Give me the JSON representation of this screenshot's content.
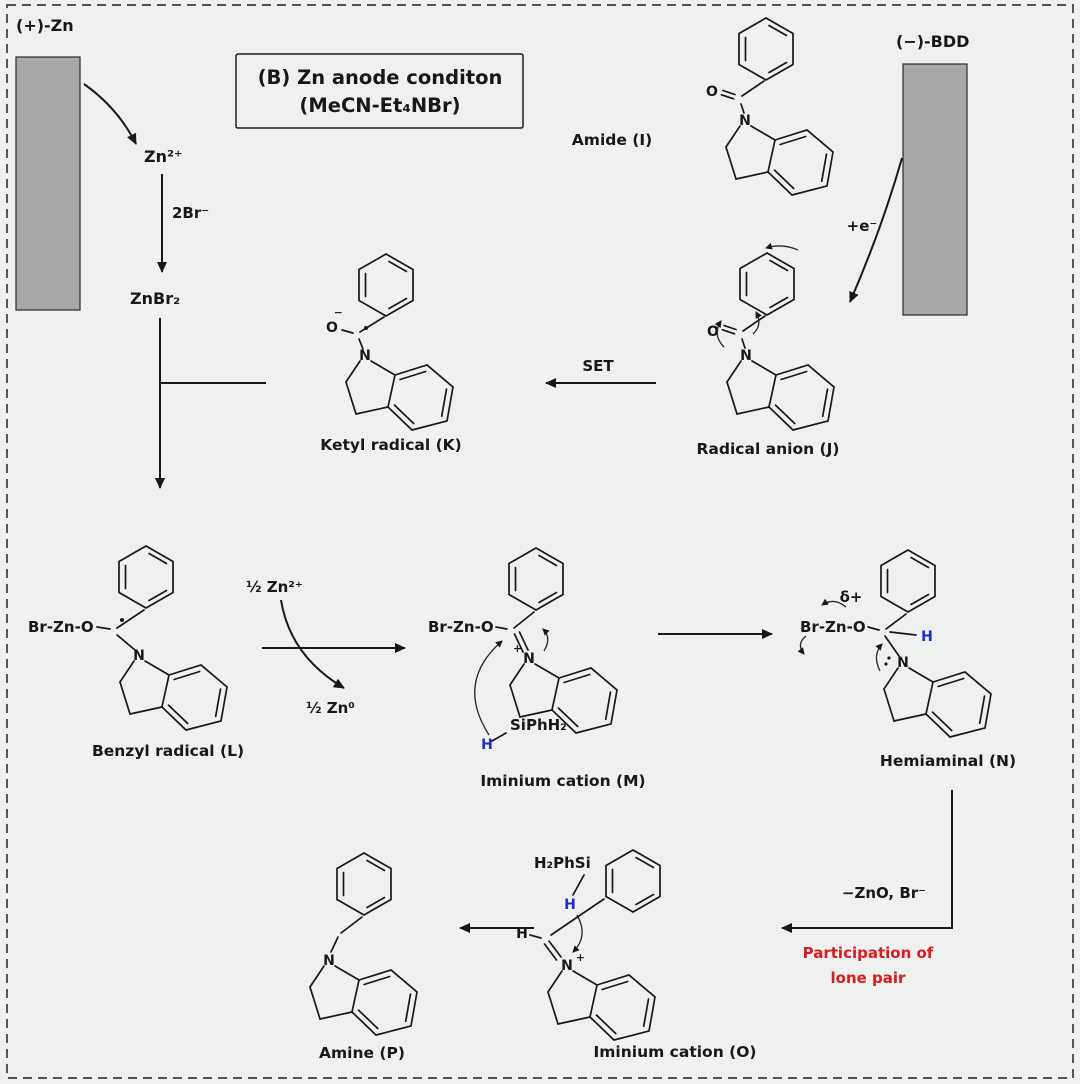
{
  "colors": {
    "blue": "#1b2fd0",
    "red": "#dc1a1a",
    "electrode": "#a8a8a8",
    "ink": "#17171c"
  },
  "electrodes": {
    "anode": "(+)-Zn",
    "cathode": "(−)-BDD"
  },
  "condition_box": {
    "line1": "(B) Zn anode conditon",
    "line2": "(MeCN-Et₄NBr)"
  },
  "flow": {
    "zn2plus": "Zn²⁺",
    "two_br": "2Br⁻",
    "znbr2": "ZnBr₂",
    "plus_e": "+e⁻",
    "set": "SET",
    "half_zn2plus": "½ Zn²⁺",
    "half_zn0": "½ Zn⁰",
    "minus_zno_br": "−ZnO, Br⁻",
    "participation_1": "Participation of",
    "participation_2": "lone pair"
  },
  "species": {
    "amide": "Amide (I)",
    "radical_anion": "Radical anion (J)",
    "ketyl_radical": "Ketyl radical (K)",
    "benzyl_radical": "Benzyl radical (L)",
    "iminium_m": "Iminium cation (M)",
    "hemiaminal": "Hemiaminal (N)",
    "iminium_o": "Iminium cation (O)",
    "amine": "Amine (P)"
  },
  "atoms": {
    "n": "N",
    "o": "O",
    "h": "H",
    "plus": "+",
    "minus": "−",
    "delta_plus": "δ+",
    "br_zn_o": "Br-Zn-O",
    "si_ph_h2": "SiPhH₂",
    "h2_ph_si": "H₂PhSi"
  }
}
